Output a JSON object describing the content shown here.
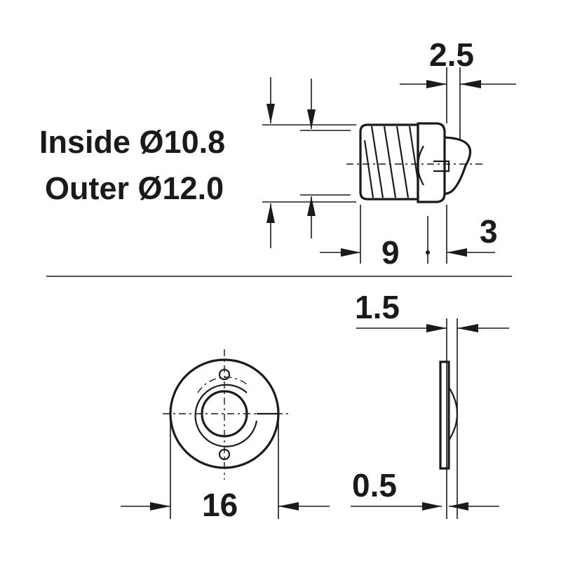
{
  "labels": {
    "inside_diameter": "Inside Ø10.8",
    "outer_diameter": "Outer Ø12.0"
  },
  "dimensions": {
    "head_thickness": "2.5",
    "body_length": "9",
    "ball_protrusion": "3",
    "plate_thickness": "1.5",
    "plate_diameter": "16",
    "gap": "0.5"
  }
}
